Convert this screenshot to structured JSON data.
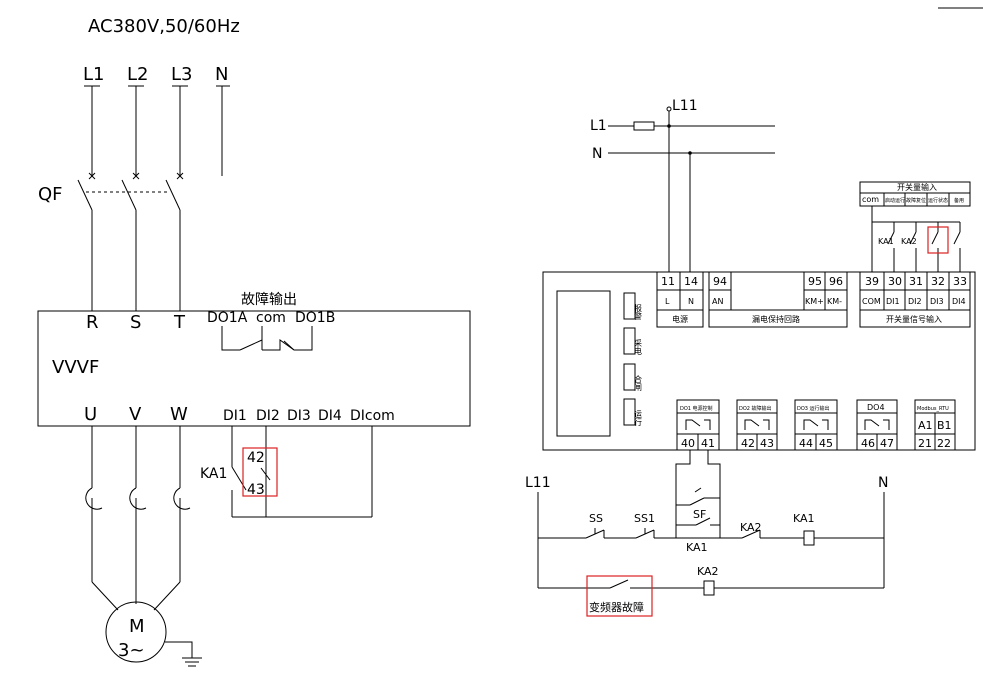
{
  "supply": "AC380V,50/60Hz",
  "phases": [
    "L1",
    "L2",
    "L3",
    "N"
  ],
  "breaker": "QF",
  "vfd": {
    "name": "VVVF",
    "inputs": [
      "R",
      "S",
      "T"
    ],
    "outputs": [
      "U",
      "V",
      "W"
    ],
    "fault_output_title": "故障输出",
    "fault_terminals": [
      "DO1A",
      "com",
      "DO1B"
    ],
    "di_terminals": [
      "DI1",
      "DI2",
      "DI3",
      "DI4",
      "DIcom"
    ]
  },
  "motor": {
    "letter": "M",
    "phase": "3~"
  },
  "left_relay": {
    "name": "KA1",
    "pins": [
      "42",
      "43"
    ]
  },
  "protector": {
    "l11": "L11",
    "l1": "L1",
    "n": "N",
    "leds": [
      "报警",
      "采电",
      "合闸",
      "运行"
    ],
    "power": {
      "terminals": [
        "11",
        "14"
      ],
      "labels": [
        "L",
        "N"
      ],
      "title": "电源"
    },
    "leak": {
      "terminals": [
        "94",
        "95",
        "96"
      ],
      "labels": [
        "AN",
        "KM+",
        "KM-"
      ],
      "title": "漏电保持回路"
    },
    "di": {
      "header": "开关量输入",
      "subheaders": [
        "com",
        "启动运行",
        "故障复位",
        "运行状态",
        "备用"
      ],
      "contacts": [
        "KA1",
        "KA2"
      ],
      "terminals": [
        "39",
        "30",
        "31",
        "32",
        "33"
      ],
      "labels": [
        "COM",
        "DI1",
        "DI2",
        "DI3",
        "DI4"
      ],
      "title": "开关量信号输入"
    },
    "do": [
      {
        "title": "DO1 电源控制",
        "terminals": [
          "40",
          "41"
        ]
      },
      {
        "title": "DO2 故障输出",
        "terminals": [
          "42",
          "43"
        ]
      },
      {
        "title": "DO3 运行输出",
        "terminals": [
          "44",
          "45"
        ]
      },
      {
        "title": "DO4",
        "terminals": [
          "46",
          "47"
        ]
      },
      {
        "title": "Modbus_RTU",
        "terminals": [
          "A1",
          "B1",
          "21",
          "22"
        ]
      }
    ]
  },
  "control": {
    "l11": "L11",
    "n": "N",
    "ss": "SS",
    "ss1": "SS1",
    "sf": "SF",
    "ka1_contact": "KA1",
    "ka2_contact": "KA2",
    "ka1_coil": "KA1",
    "ka2_coil": "KA2",
    "fault": "变频器故障"
  }
}
